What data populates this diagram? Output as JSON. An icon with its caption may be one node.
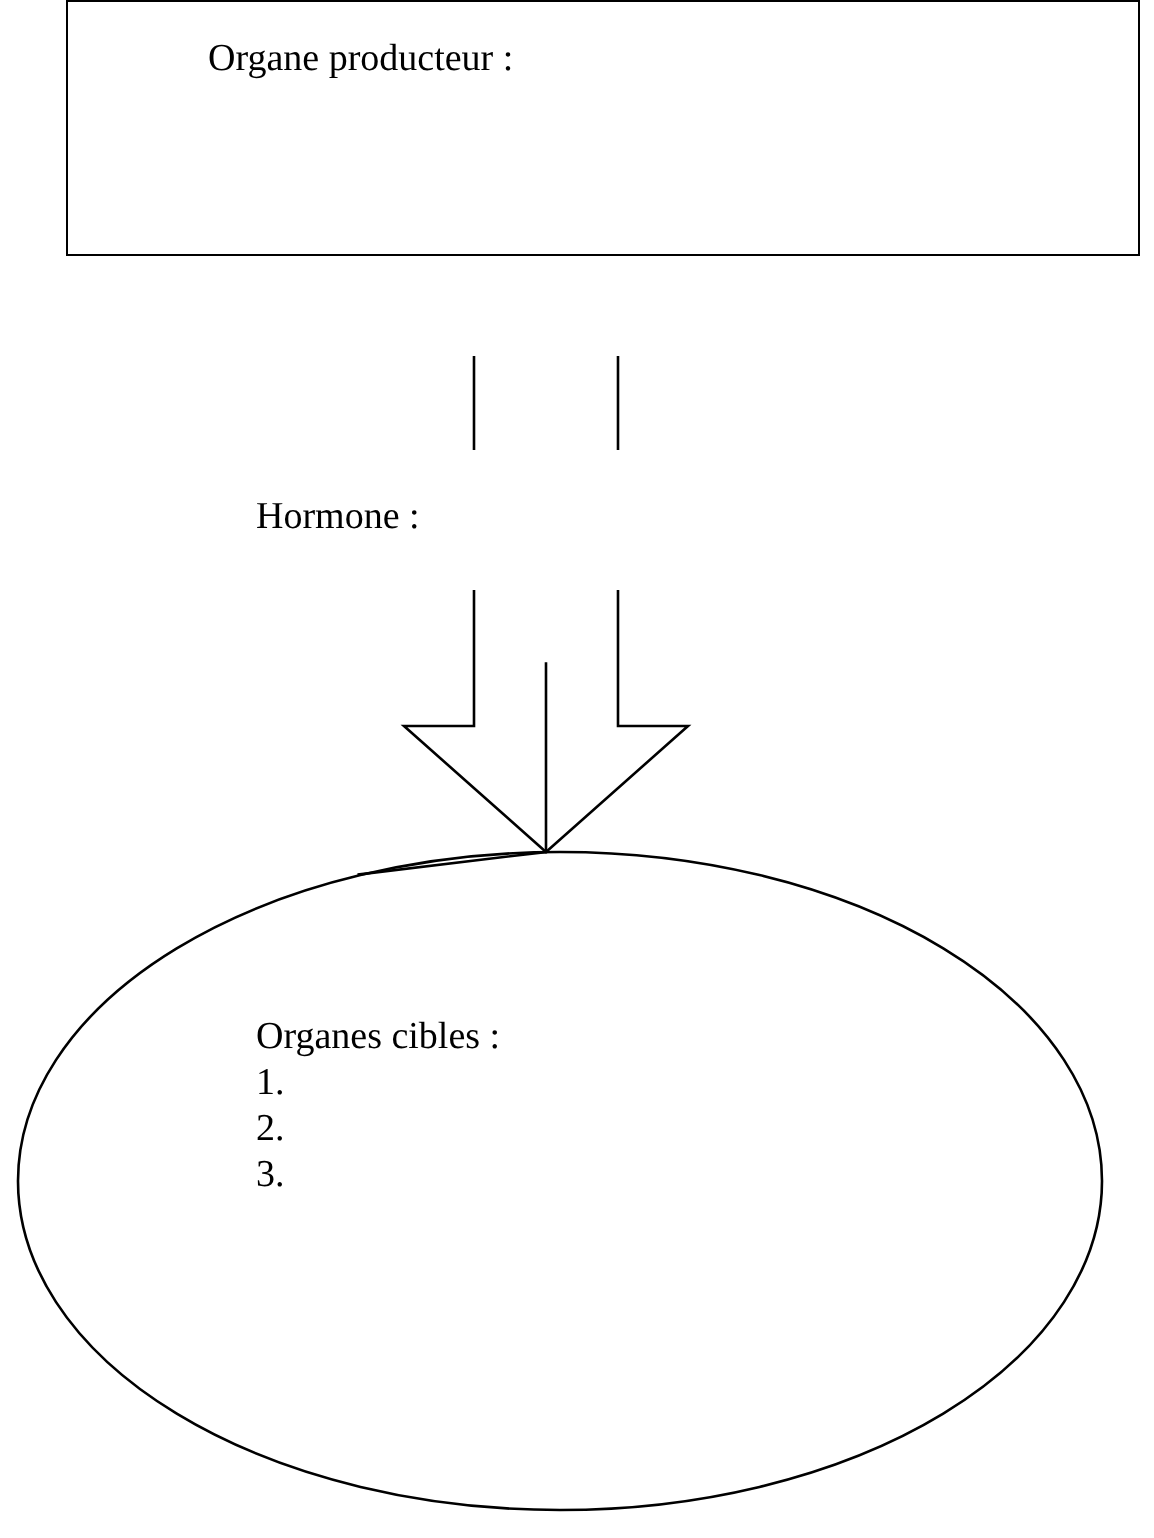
{
  "diagram": {
    "nodes": [
      {
        "text": [
          "Organe producteur :"
        ]
      },
      {
        "text": [
          "Organes cibles :",
          "1.",
          "2.",
          "3."
        ]
      }
    ],
    "edges": [
      {
        "from": 0,
        "to": 1,
        "arrow": "to",
        "label": "Hormone :"
      }
    ]
  }
}
